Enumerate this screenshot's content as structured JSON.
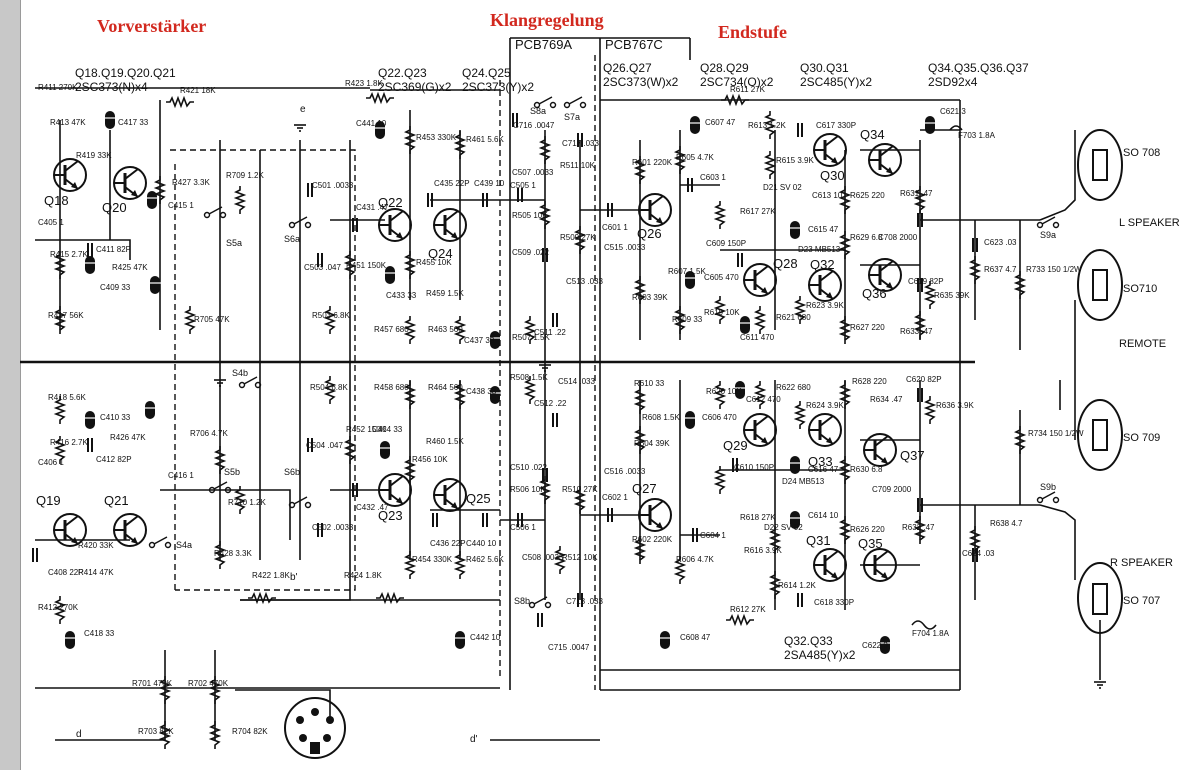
{
  "sections": {
    "preamp": "Vorverstärker",
    "tone": "Klangregelung",
    "power": "Endstufe"
  },
  "boards": {
    "tone_pcb": "PCB769A",
    "power_pcb": "PCB767C"
  },
  "transistor_headers": [
    {
      "id": "h1",
      "line1": "Q18.Q19.Q20.Q21",
      "line2": "2SC373(N)x4"
    },
    {
      "id": "h2",
      "line1": "Q22.Q23",
      "line2": "2SC369(G)x2"
    },
    {
      "id": "h3",
      "line1": "Q24.Q25",
      "line2": "2SC373(Y)x2"
    },
    {
      "id": "h4",
      "line1": "Q26.Q27",
      "line2": "2SC373(W)x2"
    },
    {
      "id": "h5",
      "line1": "Q28.Q29",
      "line2": "2SC734(O)x2"
    },
    {
      "id": "h6",
      "line1": "Q30.Q31",
      "line2": "2SC485(Y)x2"
    },
    {
      "id": "h7",
      "line1": "Q34.Q35.Q36.Q37",
      "line2": "2SD92x4"
    }
  ],
  "bottom_note": {
    "line1": "Q32.Q33",
    "line2": "2SA485(Y)x2"
  },
  "transistors": [
    "Q18",
    "Q19",
    "Q20",
    "Q21",
    "Q22",
    "Q23",
    "Q24",
    "Q25",
    "Q26",
    "Q27",
    "Q28",
    "Q29",
    "Q30",
    "Q31",
    "Q32",
    "Q33",
    "Q34",
    "Q35",
    "Q36",
    "Q37"
  ],
  "components": [
    {
      "id": "R411",
      "label": "R411 270K"
    },
    {
      "id": "R413",
      "label": "R413 47K"
    },
    {
      "id": "C417",
      "label": "C417 33"
    },
    {
      "id": "R419",
      "label": "R419 33K"
    },
    {
      "id": "R421",
      "label": "R421 18K"
    },
    {
      "id": "R427",
      "label": "R427 3.3K"
    },
    {
      "id": "C415",
      "label": "C415 1"
    },
    {
      "id": "C405",
      "label": "C405 1"
    },
    {
      "id": "R415",
      "label": "R415 2.7K"
    },
    {
      "id": "C411",
      "label": "C411 82P"
    },
    {
      "id": "R425",
      "label": "R425 47K"
    },
    {
      "id": "C409",
      "label": "C409 33"
    },
    {
      "id": "R417",
      "label": "R417 56K"
    },
    {
      "id": "R709",
      "label": "R709 1.2K"
    },
    {
      "id": "R705",
      "label": "R705 47K"
    },
    {
      "id": "R423",
      "label": "R423 1.8K"
    },
    {
      "id": "C441",
      "label": "C441 10"
    },
    {
      "id": "R453",
      "label": "R453 330K"
    },
    {
      "id": "R461",
      "label": "R461 5.6K"
    },
    {
      "id": "C501",
      "label": "C501 .0033"
    },
    {
      "id": "C435",
      "label": "C435 22P"
    },
    {
      "id": "C439",
      "label": "C439 10"
    },
    {
      "id": "C431",
      "label": "C431 .47"
    },
    {
      "id": "R451",
      "label": "R451 150K"
    },
    {
      "id": "C503",
      "label": "C503 .047"
    },
    {
      "id": "R455",
      "label": "R455 10K"
    },
    {
      "id": "C433",
      "label": "C433 33"
    },
    {
      "id": "R459",
      "label": "R459 1.5K"
    },
    {
      "id": "R503",
      "label": "R503 6.8K"
    },
    {
      "id": "R457",
      "label": "R457 680"
    },
    {
      "id": "R463",
      "label": "R463 560"
    },
    {
      "id": "C437",
      "label": "C437 33"
    },
    {
      "id": "C716",
      "label": "C716 .0047"
    },
    {
      "id": "C717",
      "label": "C717 .033"
    },
    {
      "id": "C507",
      "label": "C507 .0033"
    },
    {
      "id": "R511",
      "label": "R511 10K"
    },
    {
      "id": "C505",
      "label": "C505 1"
    },
    {
      "id": "R505",
      "label": "R505 10K"
    },
    {
      "id": "R509",
      "label": "R509 27K"
    },
    {
      "id": "C509",
      "label": "C509 .022"
    },
    {
      "id": "C513",
      "label": "C513 .033"
    },
    {
      "id": "C511",
      "label": "C511 .22"
    },
    {
      "id": "R507",
      "label": "R507 1.5K"
    },
    {
      "id": "C601",
      "label": "C601 1"
    },
    {
      "id": "C515",
      "label": "C515 .0033"
    },
    {
      "id": "R601",
      "label": "R601 220K"
    },
    {
      "id": "R605",
      "label": "R605 4.7K"
    },
    {
      "id": "C603",
      "label": "C603 1"
    },
    {
      "id": "R607",
      "label": "R607 1.5K"
    },
    {
      "id": "R603",
      "label": "R603 39K"
    },
    {
      "id": "C605",
      "label": "C605 470"
    },
    {
      "id": "R609",
      "label": "R609 33"
    },
    {
      "id": "R611",
      "label": "R611 27K"
    },
    {
      "id": "C607",
      "label": "C607 47"
    },
    {
      "id": "R613",
      "label": "R613 1.2K"
    },
    {
      "id": "C617",
      "label": "C617 330P"
    },
    {
      "id": "R615",
      "label": "R615 3.9K"
    },
    {
      "id": "D21",
      "label": "D21 SV 02"
    },
    {
      "id": "C613",
      "label": "C613 10"
    },
    {
      "id": "R617",
      "label": "R617 27K"
    },
    {
      "id": "R619",
      "label": "R619 10K"
    },
    {
      "id": "C611",
      "label": "C611 470"
    },
    {
      "id": "R621",
      "label": "R621 680"
    },
    {
      "id": "C609",
      "label": "C609 150P"
    },
    {
      "id": "C615",
      "label": "C615 47"
    },
    {
      "id": "D23",
      "label": "D23 MB513"
    },
    {
      "id": "R623",
      "label": "R623 3.9K"
    },
    {
      "id": "R625",
      "label": "R625 220"
    },
    {
      "id": "R629",
      "label": "R629 6.8"
    },
    {
      "id": "R627",
      "label": "R627 220"
    },
    {
      "id": "R631",
      "label": "R631 .47"
    },
    {
      "id": "R633",
      "label": "R633 .47"
    },
    {
      "id": "C621",
      "label": "C621 3"
    },
    {
      "id": "F703",
      "label": "F703 1.8A"
    },
    {
      "id": "C708",
      "label": "C708 2000"
    },
    {
      "id": "C623",
      "label": "C623 .03"
    },
    {
      "id": "R637",
      "label": "R637 4.7"
    },
    {
      "id": "C619",
      "label": "C619 82P"
    },
    {
      "id": "R635",
      "label": "R635 39K"
    },
    {
      "id": "R733",
      "label": "R733 150 1/2W"
    },
    {
      "id": "R418",
      "label": "R418 5.6K"
    },
    {
      "id": "C410",
      "label": "C410 33"
    },
    {
      "id": "R426",
      "label": "R426 47K"
    },
    {
      "id": "C406",
      "label": "C406 1"
    },
    {
      "id": "R416",
      "label": "R416 2.7K"
    },
    {
      "id": "C412",
      "label": "C412 82P"
    },
    {
      "id": "C416",
      "label": "C416 1"
    },
    {
      "id": "R420",
      "label": "R420 33K"
    },
    {
      "id": "R414",
      "label": "R414 47K"
    },
    {
      "id": "C408",
      "label": "C408 22P"
    },
    {
      "id": "R412",
      "label": "R412 270K"
    },
    {
      "id": "C418",
      "label": "C418 33"
    },
    {
      "id": "R706",
      "label": "R706 4.7K"
    },
    {
      "id": "R710",
      "label": "R710 1.2K"
    },
    {
      "id": "R428",
      "label": "R428 3.3K"
    },
    {
      "id": "R422",
      "label": "R422 1.8K"
    },
    {
      "id": "R424",
      "label": "R424 1.8K"
    },
    {
      "id": "R701",
      "label": "R701 470K"
    },
    {
      "id": "R702",
      "label": "R702 470K"
    },
    {
      "id": "R703",
      "label": "R703 82K"
    },
    {
      "id": "R704",
      "label": "R704 82K"
    },
    {
      "id": "R504",
      "label": "R504 6.8K"
    },
    {
      "id": "C504",
      "label": "C504 .047"
    },
    {
      "id": "C502",
      "label": "C502 .0033"
    },
    {
      "id": "R458",
      "label": "R458 680"
    },
    {
      "id": "R464",
      "label": "R464 560"
    },
    {
      "id": "C438",
      "label": "C438 33"
    },
    {
      "id": "R452",
      "label": "R452 150K"
    },
    {
      "id": "C434",
      "label": "C434 33"
    },
    {
      "id": "R460",
      "label": "R460 1.5K"
    },
    {
      "id": "R456",
      "label": "R456 10K"
    },
    {
      "id": "C432",
      "label": "C432 .47"
    },
    {
      "id": "C436",
      "label": "C436 22P"
    },
    {
      "id": "C440",
      "label": "C440 10"
    },
    {
      "id": "R454",
      "label": "R454 330K"
    },
    {
      "id": "R462",
      "label": "R462 5.6K"
    },
    {
      "id": "C442",
      "label": "C442 10"
    },
    {
      "id": "R508",
      "label": "R508 1.5K"
    },
    {
      "id": "C514",
      "label": "C514 .033"
    },
    {
      "id": "C512",
      "label": "C512 .22"
    },
    {
      "id": "C510",
      "label": "C510 .022"
    },
    {
      "id": "R510",
      "label": "R510 27K"
    },
    {
      "id": "R506",
      "label": "R506 10K"
    },
    {
      "id": "C506",
      "label": "C506 1"
    },
    {
      "id": "C516",
      "label": "C516 .0033"
    },
    {
      "id": "C508",
      "label": "C508 .0033"
    },
    {
      "id": "R512",
      "label": "R512 10K"
    },
    {
      "id": "C718",
      "label": "C718 .033"
    },
    {
      "id": "C715",
      "label": "C715 .0047"
    },
    {
      "id": "R610",
      "label": "R610 33"
    },
    {
      "id": "R608",
      "label": "R608 1.5K"
    },
    {
      "id": "R604",
      "label": "R604 39K"
    },
    {
      "id": "C602",
      "label": "C602 1"
    },
    {
      "id": "R602",
      "label": "R602 220K"
    },
    {
      "id": "C604",
      "label": "C604 1"
    },
    {
      "id": "R606",
      "label": "R606 4.7K"
    },
    {
      "id": "C606",
      "label": "C606 470"
    },
    {
      "id": "R620",
      "label": "R620 10K"
    },
    {
      "id": "C612",
      "label": "C612 470"
    },
    {
      "id": "R622",
      "label": "R622 680"
    },
    {
      "id": "C610",
      "label": "C610 150P"
    },
    {
      "id": "R618",
      "label": "R618 27K"
    },
    {
      "id": "D22",
      "label": "D22 SV 02"
    },
    {
      "id": "R616",
      "label": "R616 3.9K"
    },
    {
      "id": "R614",
      "label": "R614 1.2K"
    },
    {
      "id": "C618",
      "label": "C618 330P"
    },
    {
      "id": "R612",
      "label": "R612 27K"
    },
    {
      "id": "C608",
      "label": "C608 47"
    },
    {
      "id": "R624",
      "label": "R624 3.9K"
    },
    {
      "id": "C616",
      "label": "C616 47"
    },
    {
      "id": "D24",
      "label": "D24 MB513"
    },
    {
      "id": "C614",
      "label": "C614 10"
    },
    {
      "id": "R630",
      "label": "R630 6.8"
    },
    {
      "id": "R626",
      "label": "R626 220"
    },
    {
      "id": "R628",
      "label": "R628 220"
    },
    {
      "id": "R634",
      "label": "R634 .47"
    },
    {
      "id": "R632",
      "label": "R632 .47"
    },
    {
      "id": "C620",
      "label": "C620 82P"
    },
    {
      "id": "R636",
      "label": "R636 3.9K"
    },
    {
      "id": "C709",
      "label": "C709 2000"
    },
    {
      "id": "C624",
      "label": "C624 .03"
    },
    {
      "id": "R638",
      "label": "R638 4.7"
    },
    {
      "id": "C622",
      "label": "C622 3"
    },
    {
      "id": "F704",
      "label": "F704 1.8A"
    },
    {
      "id": "R734",
      "label": "R734 150 1/2W"
    }
  ],
  "switches": [
    "S5a",
    "S5b",
    "S6a",
    "S6b",
    "S4a",
    "S4b",
    "S8a",
    "S8b",
    "S7a",
    "S9a",
    "S9b"
  ],
  "connectors": [
    {
      "id": "SO708",
      "label": "SO 708"
    },
    {
      "id": "SO710",
      "label": "SO710"
    },
    {
      "id": "SO709",
      "label": "SO 709"
    },
    {
      "id": "SO707",
      "label": "SO 707"
    }
  ],
  "output_labels": {
    "left": "L  SPEAKER",
    "remote": "REMOTE",
    "right": "R  SPEAKER"
  },
  "nets": {
    "e": "e",
    "d": "d",
    "d_prime": "d'",
    "b_prime": "b'"
  },
  "colors": {
    "heading": "#d2281e",
    "ink": "#111111",
    "background": "#ffffff"
  }
}
